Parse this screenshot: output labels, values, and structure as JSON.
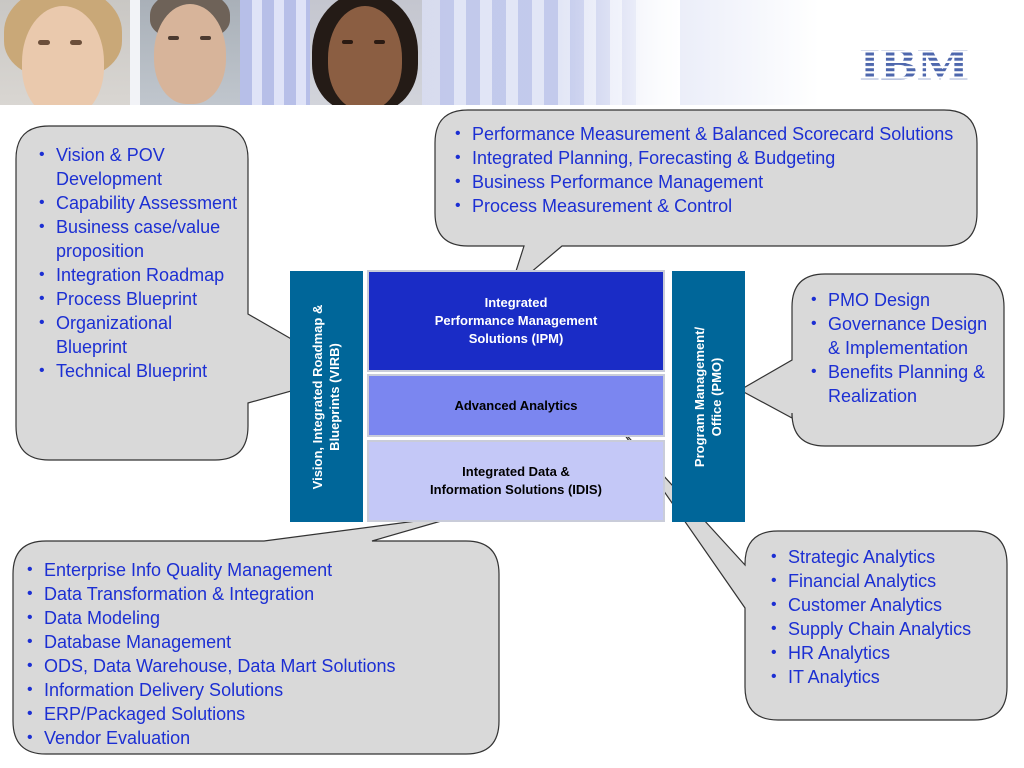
{
  "header": {
    "logo": "IBM"
  },
  "diagram": {
    "ipm_label": "Integrated\nPerformance Management\nSolutions (IPM)",
    "analytics_label": "Advanced Analytics",
    "idis_label": "Integrated Data &\nInformation Solutions (IDIS)",
    "virb_label": "Vision, Integrated Roadmap &\nBlueprints (VIRB)",
    "pmo_label": "Program Management/\nOffice (PMO)"
  },
  "callouts": {
    "vision": [
      "Vision & POV Development",
      "Capability Assessment",
      "Business case/value proposition",
      "Integration Roadmap",
      "Process Blueprint",
      "Organizational Blueprint",
      "Technical Blueprint"
    ],
    "ipm": [
      "Performance Measurement & Balanced Scorecard Solutions",
      "Integrated Planning, Forecasting & Budgeting",
      "Business Performance Management",
      "Process Measurement & Control"
    ],
    "pmo": [
      "PMO Design",
      "Governance Design & Implementation",
      "Benefits Planning & Realization"
    ],
    "idis": [
      "Enterprise Info Quality Management",
      "Data Transformation & Integration",
      "Data Modeling",
      "Database Management",
      "ODS, Data Warehouse, Data Mart Solutions",
      "Information Delivery Solutions",
      "ERP/Packaged Solutions",
      "Vendor Evaluation"
    ],
    "analytics": [
      "Strategic Analytics",
      "Financial Analytics",
      "Customer Analytics",
      "Supply Chain Analytics",
      "HR Analytics",
      "IT Analytics"
    ]
  },
  "colors": {
    "ipm": "#1a2cc6",
    "analytics": "#7b86f0",
    "idis": "#c4c8f7",
    "side_bars": "#006699",
    "callout_fill": "#d9d9d9",
    "bullet_text": "#1c2fd3"
  }
}
